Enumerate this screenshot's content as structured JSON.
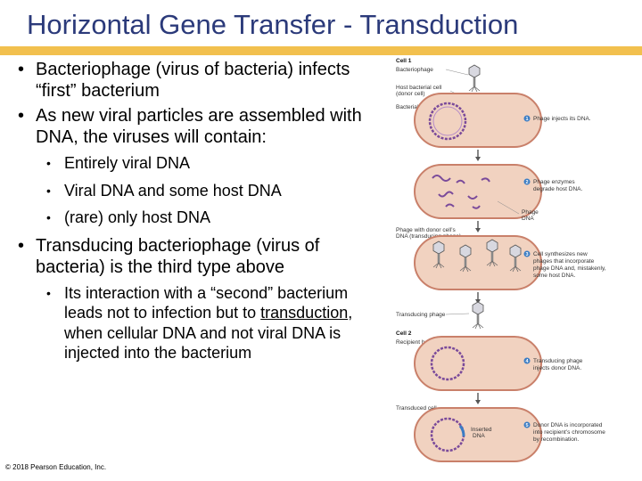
{
  "slide": {
    "title": "Horizontal Gene Transfer - Transduction",
    "copyright": "© 2018 Pearson Education, Inc."
  },
  "bullets": [
    {
      "text": "Bacteriophage (virus of bacteria) infects “first” bacterium"
    },
    {
      "text": "As new viral particles are assembled with DNA, the viruses will contain:",
      "sub": [
        "Entirely viral DNA",
        "Viral DNA and some host DNA",
        "(rare) only host DNA"
      ]
    },
    {
      "text": "Transducing bacteriophage (virus of bacteria) is the third type above",
      "sub_parts": [
        "Its interaction with a “second” bacterium leads not to infection but to ",
        "transduction",
        ", when cellular DNA and not viral DNA is injected into the bacterium"
      ]
    }
  ],
  "figure": {
    "cell1_label": "Cell 1",
    "cell2_label": "Cell 2",
    "labels": {
      "bacteriophage": "Bacteriophage",
      "host_cell_1": "Host bacterial cell",
      "host_cell_2": "(donor cell)",
      "bacterial_chromosome": "Bacterial chromosome",
      "phage_donor_1": "Phage with donor cell’s",
      "phage_donor_2": "DNA (transducing phage)",
      "phage_dna_1": "Phage",
      "phage_dna_2": "DNA",
      "transducing_phage": "Transducing phage",
      "recipient_cell": "Recipient host cell",
      "transduced_cell": "Transduced cell",
      "inserted_dna_1": "Inserted",
      "inserted_dna_2": "DNA"
    },
    "steps": [
      {
        "num": "1",
        "lines": [
          "Phage injects its DNA."
        ]
      },
      {
        "num": "2",
        "lines": [
          "Phage enzymes",
          "degrade host DNA."
        ]
      },
      {
        "num": "3",
        "lines": [
          "Cell synthesizes new",
          "phages that incorporate",
          "phage DNA and, mistakenly,",
          "some host DNA."
        ]
      },
      {
        "num": "4",
        "lines": [
          "Transducing phage",
          "injects donor DNA."
        ]
      },
      {
        "num": "5",
        "lines": [
          "Donor DNA is incorporated",
          "into recipient’s chromosome",
          "by recombination."
        ]
      }
    ],
    "colors": {
      "cell_fill": "#f1d2c0",
      "cell_stroke": "#c9806a",
      "chromosome": "#7a4a9a",
      "step_badge": "#3b7dc4",
      "title": "#2b3a7a",
      "title_bar": "#f2c04e"
    }
  }
}
